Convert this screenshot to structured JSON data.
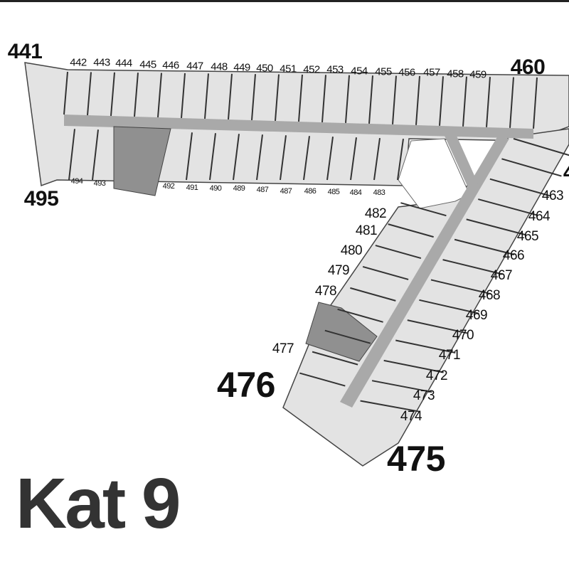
{
  "title": "Kat 9",
  "rooms": {
    "top": [
      "442",
      "443",
      "444",
      "445",
      "446",
      "447",
      "448",
      "449",
      "450",
      "451",
      "452",
      "453",
      "454",
      "455",
      "456",
      "457",
      "458",
      "459"
    ],
    "bottom": [
      "494",
      "493",
      "492",
      "491",
      "490",
      "489",
      "487",
      "487",
      "486",
      "485",
      "484",
      "483"
    ],
    "right": [
      "463",
      "464",
      "465",
      "466",
      "467",
      "468",
      "469",
      "470",
      "471",
      "472",
      "473",
      "474"
    ],
    "left": [
      "482",
      "481",
      "480",
      "479",
      "478",
      "477"
    ],
    "corners": {
      "c441": "441",
      "c460": "460",
      "c495": "495",
      "c475": "475",
      "c476": "476",
      "partial": "4"
    }
  },
  "colors": {
    "room": "#e3e3e3",
    "corridor": "#a9a9a9",
    "core": "#8f8f8f",
    "wall": "#333333"
  }
}
